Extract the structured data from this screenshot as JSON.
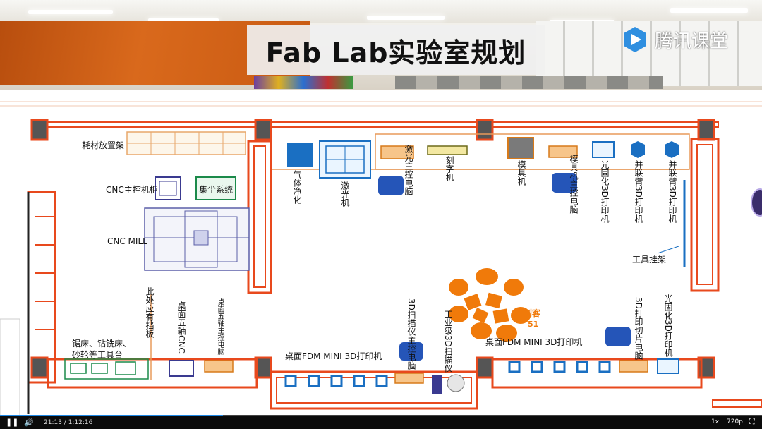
{
  "video": {
    "title": "Fab Lab实验室规划",
    "brand": "腾讯课堂",
    "time_label": "21:13 / 1:12:16",
    "progress_fraction": 0.293,
    "speed_label": "1x",
    "quality_label": "720p"
  },
  "plan": {
    "labels": {
      "consumables_rack": "耗材放置架",
      "cnc_control_cabinet": "CNC主控机柜",
      "dust_collection": "集尘系统",
      "cnc_mill": "CNC MILL",
      "gas_purify": "气体净化",
      "laser_machine": "激光机",
      "laser_control_pc": "激光主控电脑",
      "engraver": "刻字机",
      "mold_machine": "模具机",
      "mold_control_pc": "模具机主控电脑",
      "sla_printer_top": "光固化3D打印机",
      "parallel_printer_1": "并联臂3D打印机",
      "parallel_printer_2": "并联臂3D打印机",
      "tool_rack": "工具挂架",
      "saw_tools": "锯床、钻铣床、\n砂轮等工具台",
      "block_note": "此处应有挡板",
      "desktop_cnc": "桌面五轴CNC",
      "desktop_cnc_pc": "桌面五轴主控电脑",
      "fdm_left": "桌面FDM MINI 3D打印机",
      "scanner_pc": "3D扫描仪主控电脑",
      "industrial_scanner": "工业级3D扫描仪",
      "maker_logo": "创客",
      "maker_logo_num": "51",
      "fdm_right": "桌面FDM MINI 3D打印机",
      "slicer_pc": "3D打印切片电脑",
      "sla_printer_bottom": "光固化3D打印机"
    }
  },
  "colors": {
    "wall": "#e8491d",
    "equipment": "#1a6fc2",
    "accent_orange": "#f07a0a",
    "frame": "#e89a5a"
  },
  "icons": {
    "play_pause": "pause-icon",
    "volume": "volume-icon",
    "fullscreen": "fullscreen-icon"
  }
}
